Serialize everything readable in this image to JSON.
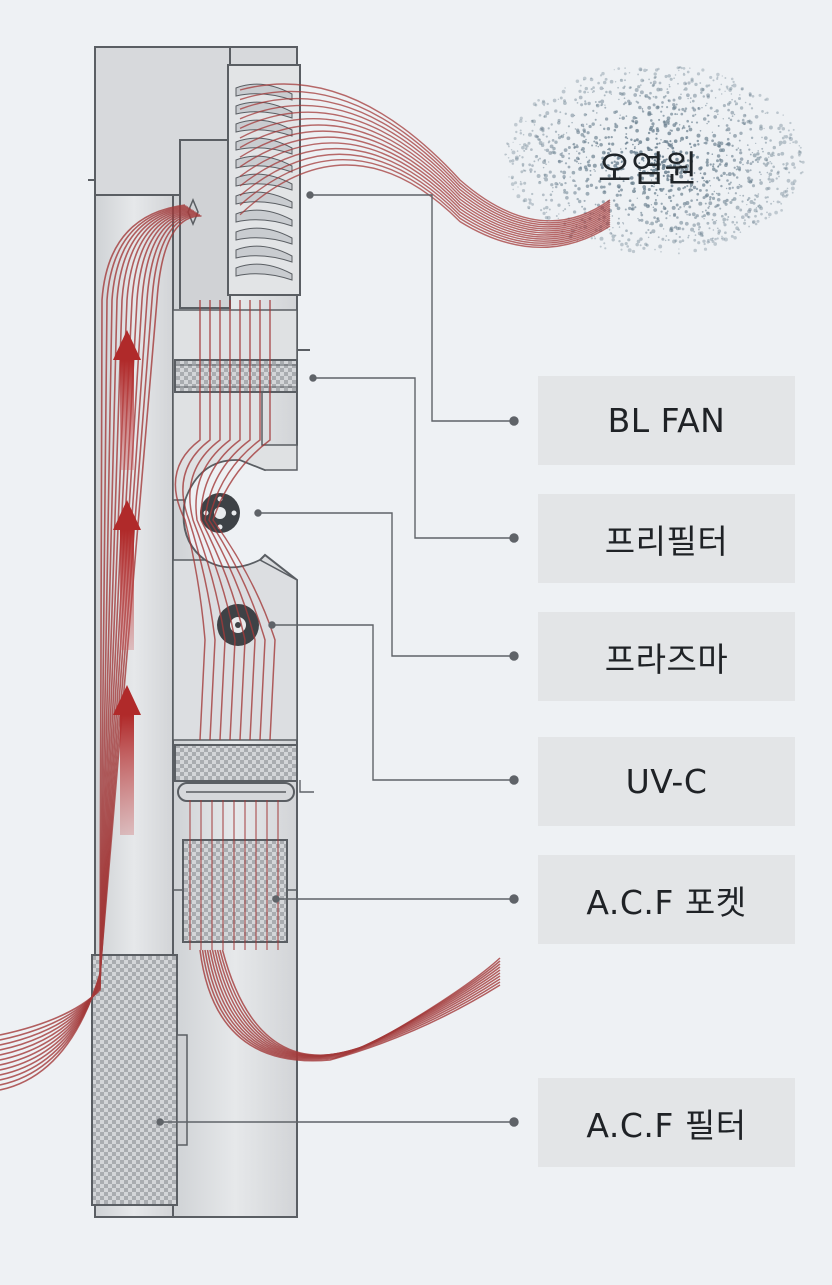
{
  "pollution_source": "오염원",
  "components": [
    {
      "id": "bl-fan",
      "label": "BL FAN"
    },
    {
      "id": "pre-filter",
      "label": "프리필터"
    },
    {
      "id": "plasma",
      "label": "프라즈마"
    },
    {
      "id": "uv-c",
      "label": "UV-C"
    },
    {
      "id": "acf-pocket",
      "label": "A.C.F 포켓"
    },
    {
      "id": "acf-filter",
      "label": "A.C.F 필터"
    }
  ],
  "colors": {
    "airflow": "#a33a3a",
    "housing": "#d9dbde",
    "outline": "#5a5e63",
    "pollution": "#6c8190",
    "label_background": "#e3e5e7"
  }
}
